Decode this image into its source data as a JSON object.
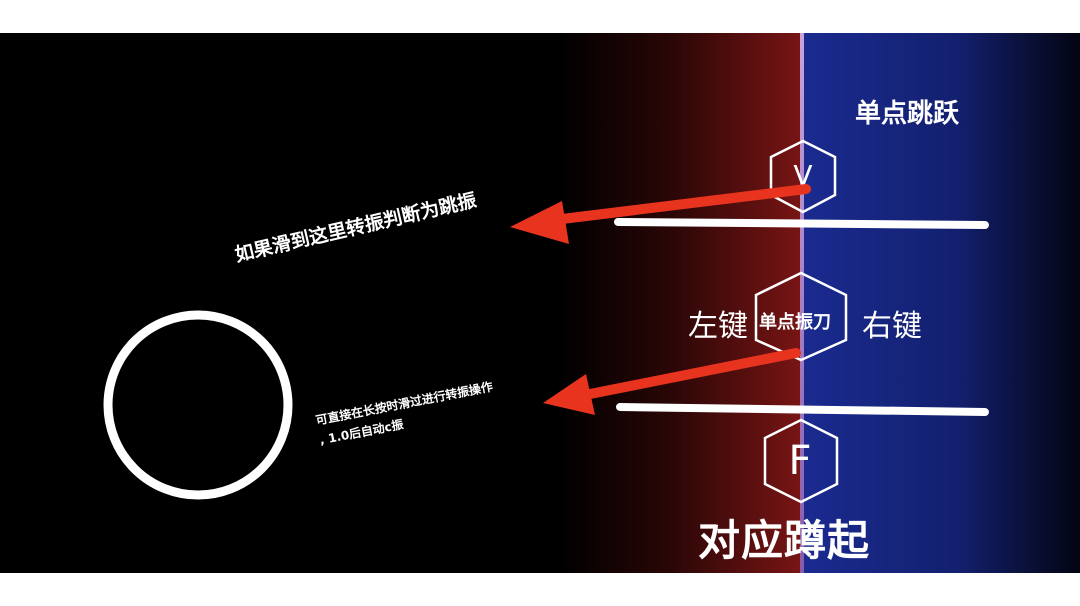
{
  "labels": {
    "single_jump": "单点跳跃",
    "left_key": "左键",
    "right_key": "右键",
    "single_knife": "单点振刀",
    "crouch": "对应蹲起"
  },
  "keys": {
    "v": "V",
    "f": "F"
  },
  "annotations": {
    "slide_jump": "如果滑到这里转振判断为跳振",
    "long_press_line1": "可直接在长按时滑过进行转振操作",
    "long_press_line2": ", 1.0后自动c振"
  },
  "colors": {
    "left_zone": "#7a1515",
    "right_zone": "#1a2a8f",
    "arrow": "#e8341e",
    "background": "#000000"
  }
}
